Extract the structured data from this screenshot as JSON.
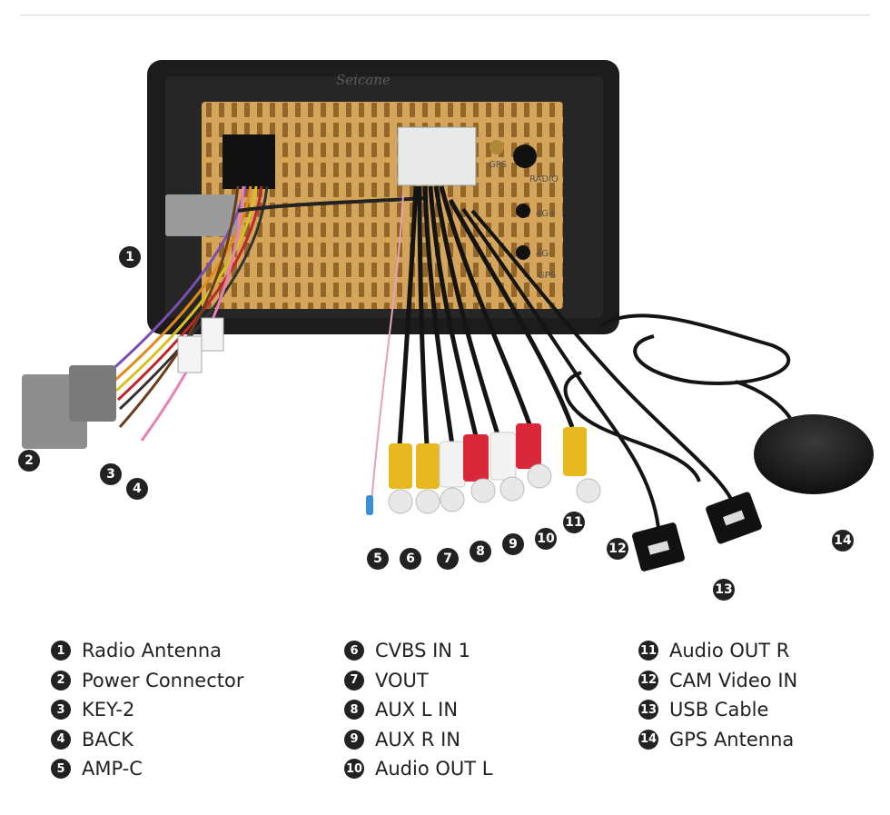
{
  "image": {
    "brand_mark": "Seicane",
    "panel_labels": [
      "GPS",
      "RADIO",
      "4G+",
      "4G-",
      "GPS"
    ]
  },
  "callouts": [
    {
      "num": "1"
    },
    {
      "num": "2"
    },
    {
      "num": "3"
    },
    {
      "num": "4"
    },
    {
      "num": "5"
    },
    {
      "num": "6"
    },
    {
      "num": "7"
    },
    {
      "num": "8"
    },
    {
      "num": "9"
    },
    {
      "num": "10"
    },
    {
      "num": "11"
    },
    {
      "num": "12"
    },
    {
      "num": "13"
    },
    {
      "num": "14"
    }
  ],
  "legend": {
    "col1": [
      {
        "num": "1",
        "label": "Radio Antenna"
      },
      {
        "num": "2",
        "label": "Power Connector"
      },
      {
        "num": "3",
        "label": "KEY-2"
      },
      {
        "num": "4",
        "label": "BACK"
      },
      {
        "num": "5",
        "label": "AMP-C"
      }
    ],
    "col2": [
      {
        "num": "6",
        "label": "CVBS IN 1"
      },
      {
        "num": "7",
        "label": "VOUT"
      },
      {
        "num": "8",
        "label": "AUX L IN"
      },
      {
        "num": "9",
        "label": "AUX R IN"
      },
      {
        "num": "10",
        "label": "Audio OUT L"
      }
    ],
    "col3": [
      {
        "num": "11",
        "label": "Audio OUT R"
      },
      {
        "num": "12",
        "label": "CAM Video IN"
      },
      {
        "num": "13",
        "label": "USB Cable"
      },
      {
        "num": "14",
        "label": "GPS Antenna"
      }
    ]
  },
  "colors": {
    "panel_gold": "#d4a55a",
    "frame_black": "#1c1c1c",
    "rca_yellow": "#e8b820",
    "rca_white": "#f2f2f2",
    "rca_red": "#d8283a"
  }
}
